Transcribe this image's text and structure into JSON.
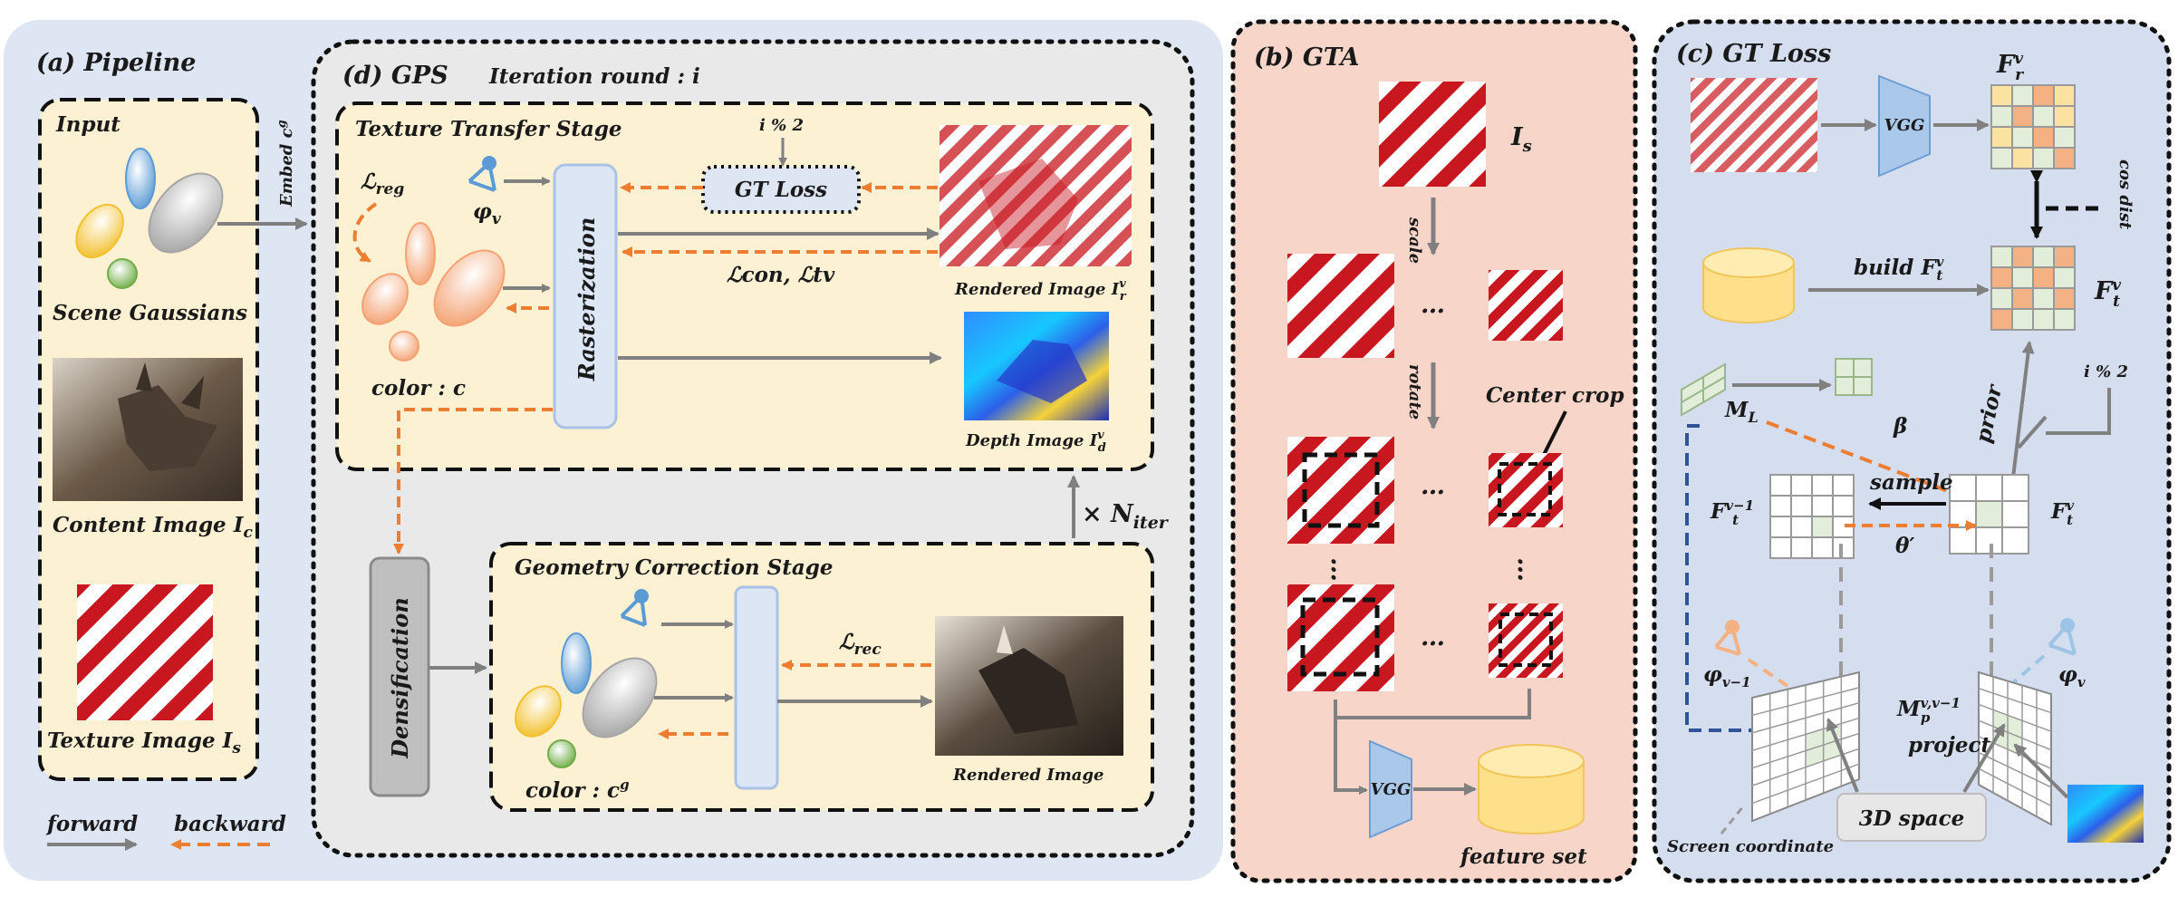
{
  "pipeline": {
    "title": "(a) Pipeline",
    "input_label": "Input",
    "scene_gaussians": "Scene Gaussians",
    "content_image": "Content Image I",
    "content_sub": "c",
    "texture_image": "Texture Image I",
    "texture_sub": "s",
    "embed": "Embed c",
    "embed_sup": "g"
  },
  "legend": {
    "forward": "forward",
    "backward": "backward"
  },
  "gps": {
    "title": "(d) GPS",
    "iteration": "Iteration round : i",
    "texture_stage": "Texture Transfer Stage",
    "gt_loss": "GT Loss",
    "i_mod": "i % 2",
    "rasterization": "Rasterization",
    "l_reg": "ℒ",
    "l_reg_sub": "reg",
    "phi_v": "φ",
    "phi_v_sub": "v",
    "l_con_tv": "ℒcon, ℒtv",
    "rendered_image": "Rendered Image I",
    "rendered_sup": "v",
    "rendered_sub": "r",
    "depth_image": "Depth Image I",
    "depth_sup": "v",
    "depth_sub": "d",
    "color_c": "color : c",
    "densification": "Densification",
    "geometry_stage": "Geometry Correction Stage",
    "l_rec": "ℒ",
    "l_rec_sub": "rec",
    "color_cg": "color : c",
    "color_cg_sup": "g",
    "rendered_image2": "Rendered Image",
    "n_iter": "× N",
    "n_iter_sub": "iter"
  },
  "gta": {
    "title": "(b) GTA",
    "i_s": "I",
    "i_s_sub": "s",
    "scale": "scale",
    "rotate": "rotate",
    "center_crop": "Center crop",
    "ellipsis": "…",
    "vgg": "VGG",
    "feature_set": "feature set"
  },
  "gt_loss_panel": {
    "title": "(c) GT Loss",
    "vgg": "VGG",
    "f_r": "F",
    "f_r_sup": "v",
    "f_r_sub": "r",
    "f_t": "F",
    "f_t_sup": "v",
    "f_t_sub": "t",
    "cos_dist": "cos dist",
    "build": "build F",
    "build_sup": "v",
    "build_sub": "t",
    "i_mod": "i % 2",
    "prior": "prior",
    "m_l": "M",
    "m_l_sub": "L",
    "beta": "β",
    "sample": "sample",
    "theta": "θ′",
    "f_t_prev": "F",
    "f_t_prev_sup": "v−1",
    "f_t_prev_sub": "t",
    "phi_prev": "φ",
    "phi_prev_sub": "v−1",
    "phi_v": "φ",
    "phi_v_sub": "v",
    "m_p": "M",
    "m_p_sup": "v,v−1",
    "m_p_sub": "p",
    "project": "project",
    "space_3d": "3D space",
    "screen_coord": "Screen coordinate"
  },
  "colors": {
    "pipeline_bg": "#dde6f2",
    "gps_bg": "#e9e9e9",
    "stage_bg": "#fdf1d4",
    "gta_bg": "#f7d6c9",
    "gtloss_bg": "#d5deee",
    "forward": "#808080",
    "backward": "#ed7d31",
    "stripe_red": "#c8171e"
  }
}
